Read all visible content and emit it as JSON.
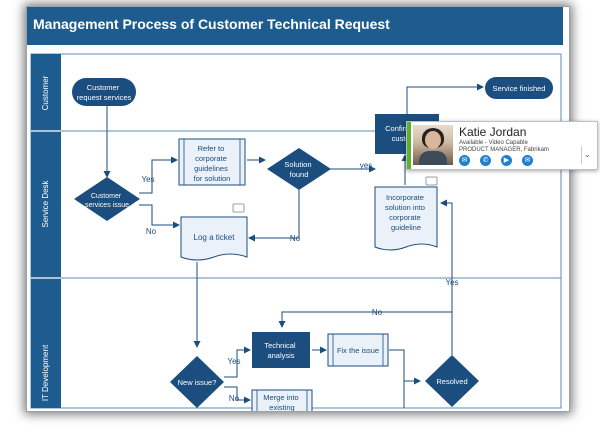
{
  "diagram": {
    "title": "Management Process of Customer Technical Request",
    "lanes": [
      "Customer",
      "Service Desk",
      "IT Development"
    ],
    "nodes": {
      "customer_request": [
        "Customer",
        "request services"
      ],
      "service_finished": [
        "Service finished"
      ],
      "confirm_customer": [
        "Confirm with",
        "customer"
      ],
      "customer_issue": [
        "Customer",
        "services issue"
      ],
      "refer_guidelines": [
        "Refer to",
        "corporate",
        "guidelines",
        "for solution"
      ],
      "solution_found": [
        "Solution",
        "found"
      ],
      "log_ticket": [
        "Log a ticket"
      ],
      "incorporate": [
        "Incorporate",
        "solution into",
        "corporate",
        "guideline"
      ],
      "technical_analysis": [
        "Technical",
        "analysis"
      ],
      "fix_issue": [
        "Fix the issue"
      ],
      "new_issue": [
        "New issue?"
      ],
      "resolved": [
        "Resolved"
      ],
      "merge": [
        "Merge into",
        "existing"
      ]
    },
    "edge_labels": {
      "yes_refer": "Yes",
      "no_log": "No",
      "yes_solution": "yes",
      "no_solution": "No",
      "yes_resolved": "Yes",
      "no_resolved": "No",
      "yes_new": "Yes",
      "no_new": "No"
    }
  },
  "contact_card": {
    "name": "Katie Jordan",
    "status": "Available - Video Capable",
    "job": "PRODUCT MANAGER, Fabrikam",
    "presence_color": "#5db22a",
    "actions": [
      "im-icon",
      "phone-icon",
      "video-icon",
      "email-icon"
    ]
  },
  "colors": {
    "accent": "#1e5c90",
    "node": "#1b4d7e",
    "lane_line": "#5b8db8"
  }
}
